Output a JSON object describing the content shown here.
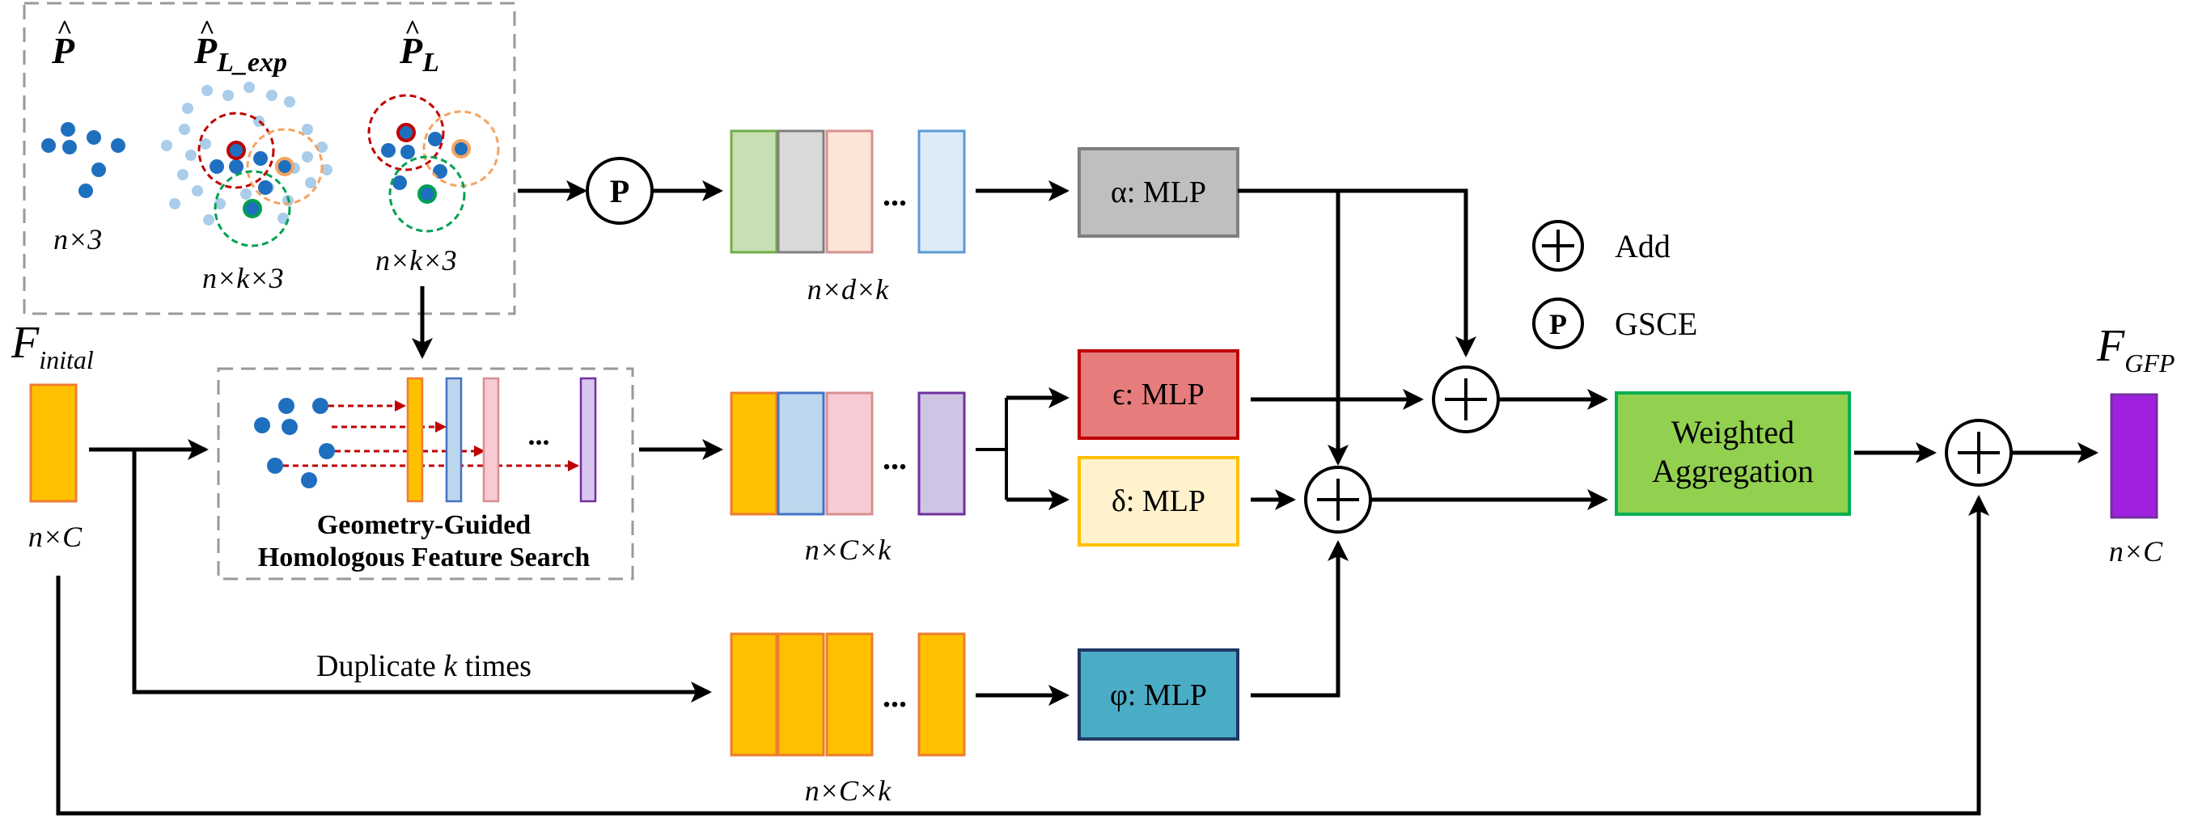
{
  "point_sets": {
    "p_hat": {
      "symbol": "P",
      "shape": "n×3"
    },
    "p_lexp": {
      "symbol": "P",
      "subscript": "L_exp",
      "shape": "n×k×3"
    },
    "p_l": {
      "symbol": "P",
      "subscript": "L",
      "shape": "n×k×3"
    }
  },
  "gsce_op": {
    "symbol": "P"
  },
  "f_initial": {
    "symbol": "F",
    "subscript": "inital",
    "shape": "n×C"
  },
  "search_block": {
    "line1": "Geometry-Guided",
    "line2": "Homologous Feature Search",
    "dots": "..."
  },
  "stacks": {
    "geo": {
      "shape": "n×d×k",
      "dots": "..."
    },
    "feat": {
      "shape": "n×C×k",
      "dots": "..."
    },
    "dup": {
      "shape": "n×C×k",
      "dots": "..."
    }
  },
  "mlps": {
    "alpha": {
      "label": "α: MLP",
      "color": "#bfbfbf"
    },
    "epsilon": {
      "label": "ϵ: MLP",
      "color": "#e67c7c"
    },
    "delta": {
      "label": "δ: MLP",
      "color": "#fff2cc"
    },
    "phi": {
      "label": "φ: MLP",
      "color": "#4bacc6"
    }
  },
  "duplicate_label": {
    "prefix": "Duplicate ",
    "var": "k",
    "suffix": " times"
  },
  "legend": {
    "add_label": "Add",
    "gsce_label": "GSCE",
    "gsce_symbol": "P"
  },
  "aggregation": {
    "line1": "Weighted",
    "line2": "Aggregation",
    "color": "#92d050"
  },
  "output": {
    "symbol": "F",
    "subscript": "GFP",
    "shape": "n×C",
    "color": "#a020e0"
  },
  "colors": {
    "point_blue": "#1f6fbf",
    "point_light": "#a9cdea",
    "ring_red": "#c00000",
    "ring_orange": "#f4a460",
    "ring_green": "#00a050",
    "feature_orange": "#ffc000",
    "arrow_red": "#c00000"
  }
}
